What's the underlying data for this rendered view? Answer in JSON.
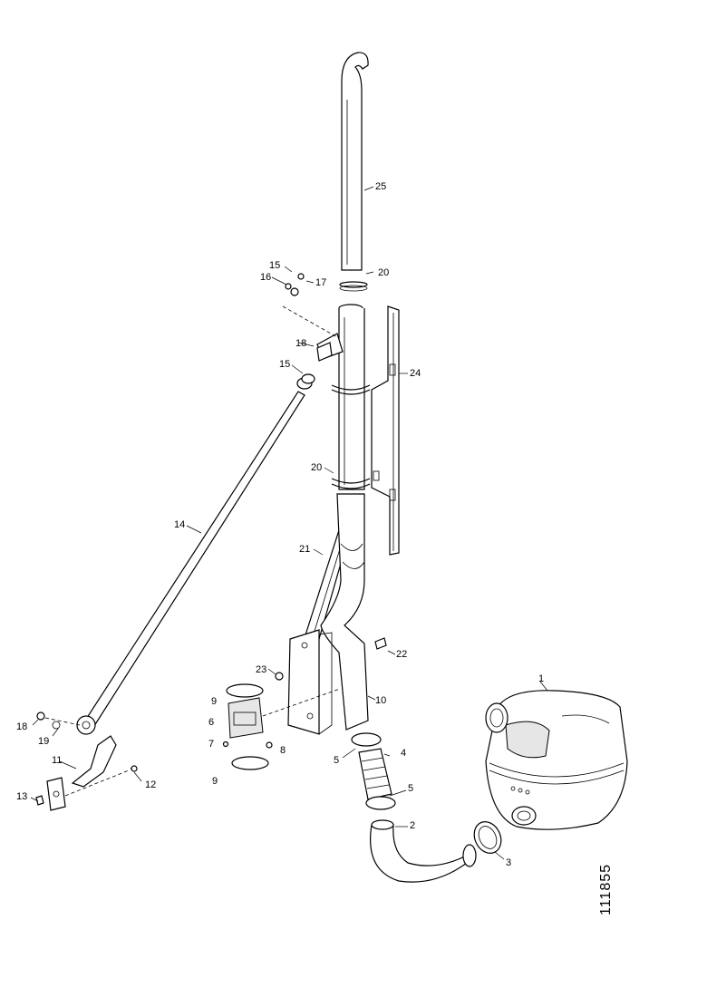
{
  "figure_number": "111855",
  "parts": [
    {
      "key": "p1",
      "label": "1"
    },
    {
      "key": "p2",
      "label": "2"
    },
    {
      "key": "p3",
      "label": "3"
    },
    {
      "key": "p4",
      "label": "4"
    },
    {
      "key": "p5a",
      "label": "5"
    },
    {
      "key": "p5b",
      "label": "5"
    },
    {
      "key": "p6",
      "label": "6"
    },
    {
      "key": "p7",
      "label": "7"
    },
    {
      "key": "p8",
      "label": "8"
    },
    {
      "key": "p9a",
      "label": "9"
    },
    {
      "key": "p9b",
      "label": "9"
    },
    {
      "key": "p10",
      "label": "10"
    },
    {
      "key": "p11",
      "label": "11"
    },
    {
      "key": "p12",
      "label": "12"
    },
    {
      "key": "p13",
      "label": "13"
    },
    {
      "key": "p14",
      "label": "14"
    },
    {
      "key": "p15a",
      "label": "15"
    },
    {
      "key": "p15b",
      "label": "15"
    },
    {
      "key": "p16",
      "label": "16"
    },
    {
      "key": "p17",
      "label": "17"
    },
    {
      "key": "p18a",
      "label": "18"
    },
    {
      "key": "p18b",
      "label": "18"
    },
    {
      "key": "p19",
      "label": "19"
    },
    {
      "key": "p20a",
      "label": "20"
    },
    {
      "key": "p20b",
      "label": "20"
    },
    {
      "key": "p21",
      "label": "21"
    },
    {
      "key": "p22",
      "label": "22"
    },
    {
      "key": "p23",
      "label": "23"
    },
    {
      "key": "p24",
      "label": "24"
    },
    {
      "key": "p25",
      "label": "25"
    }
  ]
}
